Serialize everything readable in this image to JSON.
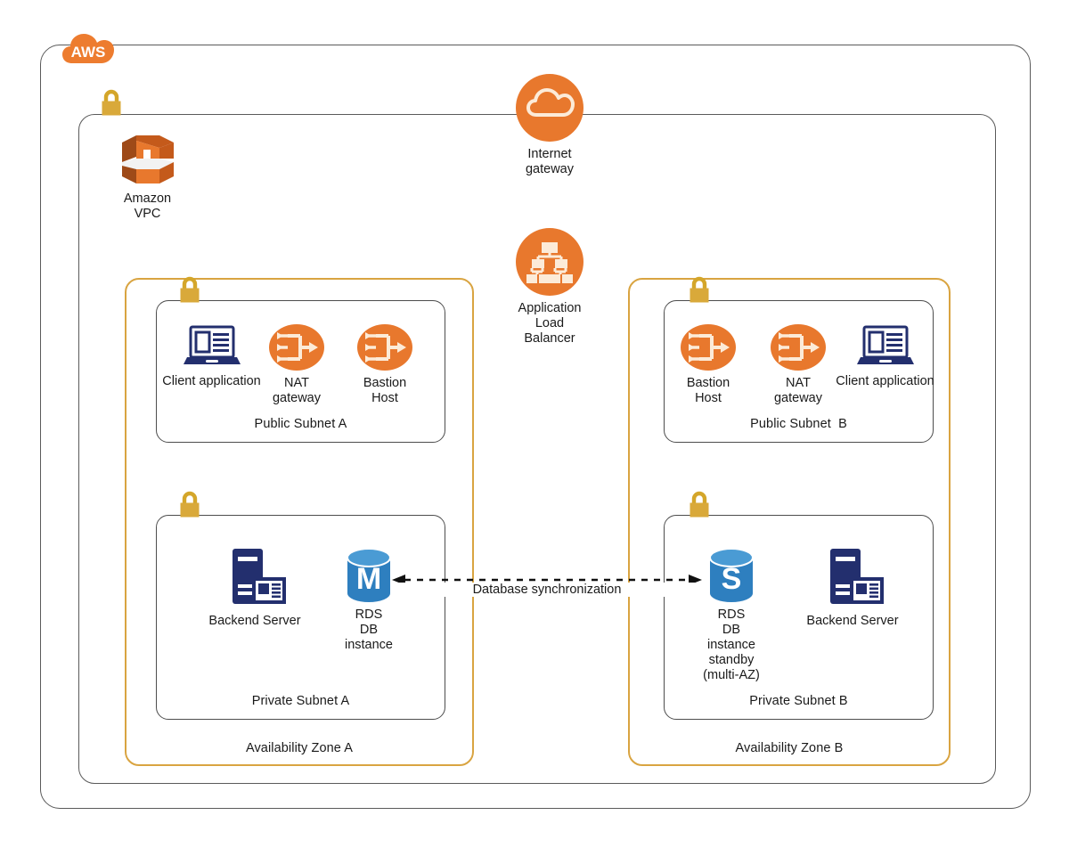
{
  "diagram": {
    "cloud_badge": {
      "label": "AWS",
      "icon": "aws-cloud-badge-icon",
      "color": "#ED7C2F"
    },
    "vpc": {
      "node_label": "Amazon\nVPC",
      "icon": "amazon-vpc-icon",
      "lock_icon": "padlock-icon"
    },
    "internet_gateway": {
      "label": "Internet\ngateway",
      "icon": "internet-gateway-cloud-icon",
      "color": "#E8782D"
    },
    "load_balancer": {
      "label": "Application\nLoad\nBalancer",
      "icon": "application-load-balancer-icon",
      "color": "#E8782D"
    },
    "availability_zones": [
      {
        "label": "Availability Zone A",
        "border_color": "#d9a441",
        "subnets": [
          {
            "label": "Public Subnet A",
            "lock_icon": "padlock-icon",
            "nodes": [
              {
                "label": "Client application",
                "icon": "laptop-client-application-icon",
                "color": "#232F6E"
              },
              {
                "label": "NAT\ngateway",
                "icon": "nat-gateway-icon",
                "color": "#E8782D"
              },
              {
                "label": "Bastion\nHost",
                "icon": "nat-gateway-icon",
                "color": "#E8782D"
              }
            ]
          },
          {
            "label": "Private Subnet A",
            "lock_icon": "padlock-icon",
            "nodes": [
              {
                "label": "Backend Server",
                "icon": "server-tower-icon",
                "color": "#232F6E"
              },
              {
                "label": "RDS\nDB\ninstance",
                "icon": "rds-db-cylinder-icon",
                "badge": "M",
                "color": "#2E7FBF"
              }
            ]
          }
        ]
      },
      {
        "label": "Availability Zone B",
        "border_color": "#d9a441",
        "subnets": [
          {
            "label": "Public Subnet  B",
            "lock_icon": "padlock-icon",
            "nodes": [
              {
                "label": "Bastion\nHost",
                "icon": "nat-gateway-icon",
                "color": "#E8782D"
              },
              {
                "label": "NAT\ngateway",
                "icon": "nat-gateway-icon",
                "color": "#E8782D"
              },
              {
                "label": "Client application",
                "icon": "laptop-client-application-icon",
                "color": "#232F6E"
              }
            ]
          },
          {
            "label": "Private Subnet B",
            "lock_icon": "padlock-icon",
            "nodes": [
              {
                "label": "RDS\nDB\ninstance\nstandby\n(multi-AZ)",
                "icon": "rds-db-cylinder-icon",
                "badge": "S",
                "color": "#2E7FBF"
              },
              {
                "label": "Backend Server",
                "icon": "server-tower-icon",
                "color": "#232F6E"
              }
            ]
          }
        ]
      }
    ],
    "connections": [
      {
        "label": "Database synchronization",
        "style": "dashed",
        "direction": "bidirectional",
        "from": "RDS DB instance",
        "to": "RDS DB instance standby (multi-AZ)"
      }
    ]
  }
}
